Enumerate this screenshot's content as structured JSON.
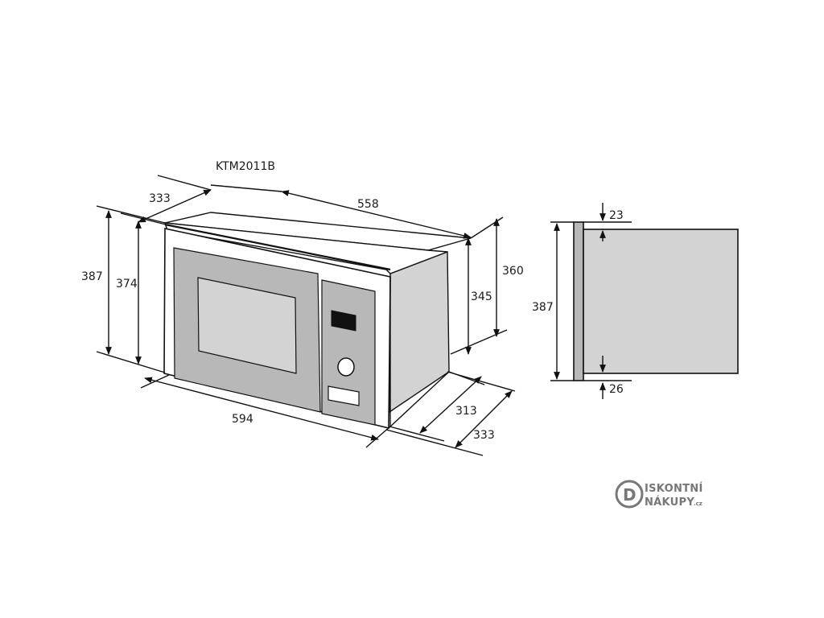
{
  "model": "KTM2011B",
  "front_view": {
    "dimensions": {
      "top_depth": "333",
      "top_width": "558",
      "left_height_outer": "387",
      "left_height_inner": "374",
      "right_height_outer": "360",
      "right_height_inner": "345",
      "bottom_width": "594",
      "bottom_depth_inner": "313",
      "bottom_depth_outer": "333"
    }
  },
  "side_view": {
    "dimensions": {
      "height": "387",
      "top_offset": "23",
      "bottom_offset": "26"
    }
  },
  "logo": {
    "line1": "ISKONTNÍ",
    "line2": "NÁKUPY",
    "suffix": ".cz",
    "letter": "D"
  },
  "colors": {
    "body_gray": "#d3d3d3",
    "window_gray": "#b8b8b8",
    "display_black": "#111111",
    "logo_gray": "#777777"
  }
}
